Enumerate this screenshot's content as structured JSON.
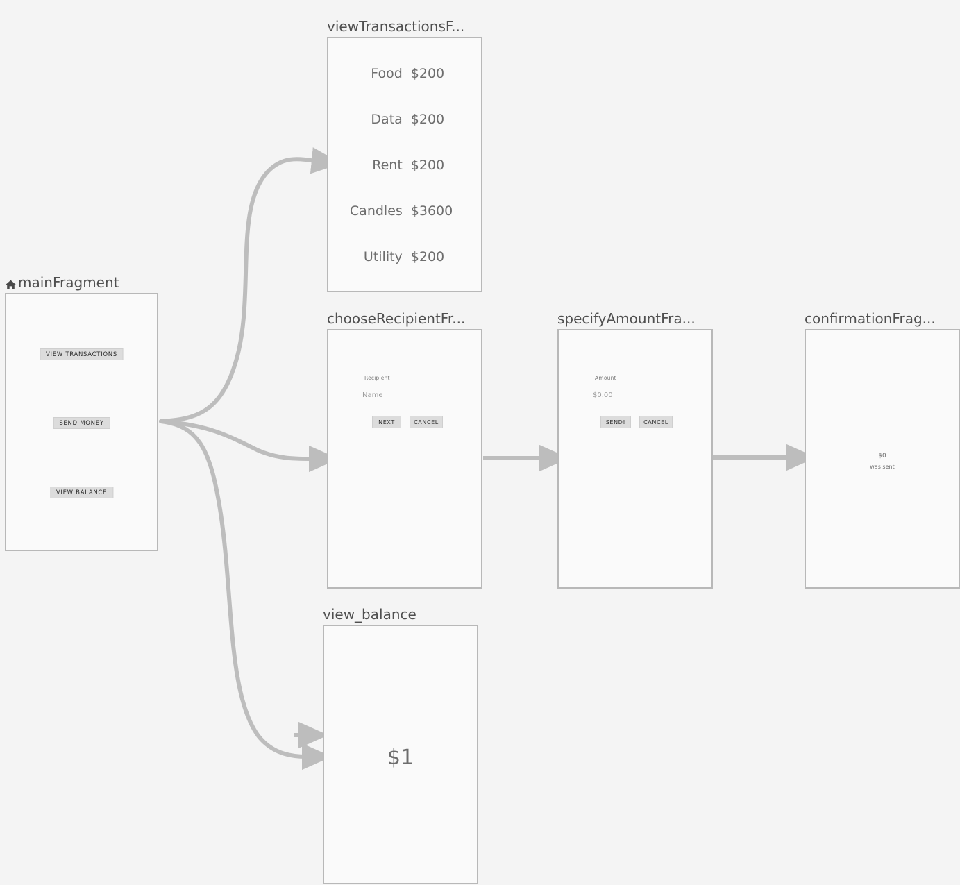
{
  "editor": {
    "kind": "navigation-graph",
    "background_color": "#f4f4f4",
    "node_fill": "#fafafa",
    "node_border": "#b8b8b8",
    "edge_color": "#bdbdbd",
    "label_color": "#4f4f4f"
  },
  "nodes": {
    "main": {
      "label": "mainFragment",
      "is_start_destination": true,
      "start_icon": "home-icon",
      "buttons": [
        {
          "label": "VIEW TRANSACTIONS"
        },
        {
          "label": "SEND MONEY"
        },
        {
          "label": "VIEW BALANCE"
        }
      ]
    },
    "transactions": {
      "label": "viewTransactionsF...",
      "rows": [
        {
          "name": "Food",
          "amount": "$200"
        },
        {
          "name": "Data",
          "amount": "$200"
        },
        {
          "name": "Rent",
          "amount": "$200"
        },
        {
          "name": "Candles",
          "amount": "$3600"
        },
        {
          "name": "Utility",
          "amount": "$200"
        }
      ]
    },
    "recipient": {
      "label": "chooseRecipientFr...",
      "field_label": "Recipient",
      "field_value": "Name",
      "buttons": [
        {
          "label": "NEXT"
        },
        {
          "label": "CANCEL"
        }
      ]
    },
    "amount": {
      "label": "specifyAmountFra...",
      "field_label": "Amount",
      "field_value": "$0.00",
      "buttons": [
        {
          "label": "SEND!"
        },
        {
          "label": "CANCEL"
        }
      ]
    },
    "confirmation": {
      "label": "confirmationFrag...",
      "amount_text": "$0",
      "sub_text": "was sent"
    },
    "balance": {
      "label": "view_balance",
      "amount_text": "$1"
    }
  },
  "edges": [
    {
      "name": "main-to-transactions",
      "from": "mainFragment",
      "to": "viewTransactionsFragment"
    },
    {
      "name": "main-to-recipient",
      "from": "mainFragment",
      "to": "chooseRecipientFragment"
    },
    {
      "name": "main-to-balance",
      "from": "mainFragment",
      "to": "view_balance"
    },
    {
      "name": "recipient-to-amount",
      "from": "chooseRecipientFragment",
      "to": "specifyAmountFragment"
    },
    {
      "name": "amount-to-confirmation",
      "from": "specifyAmountFragment",
      "to": "confirmationFragment"
    },
    {
      "name": "incoming-balance-stub",
      "from": "",
      "to": "view_balance"
    }
  ]
}
